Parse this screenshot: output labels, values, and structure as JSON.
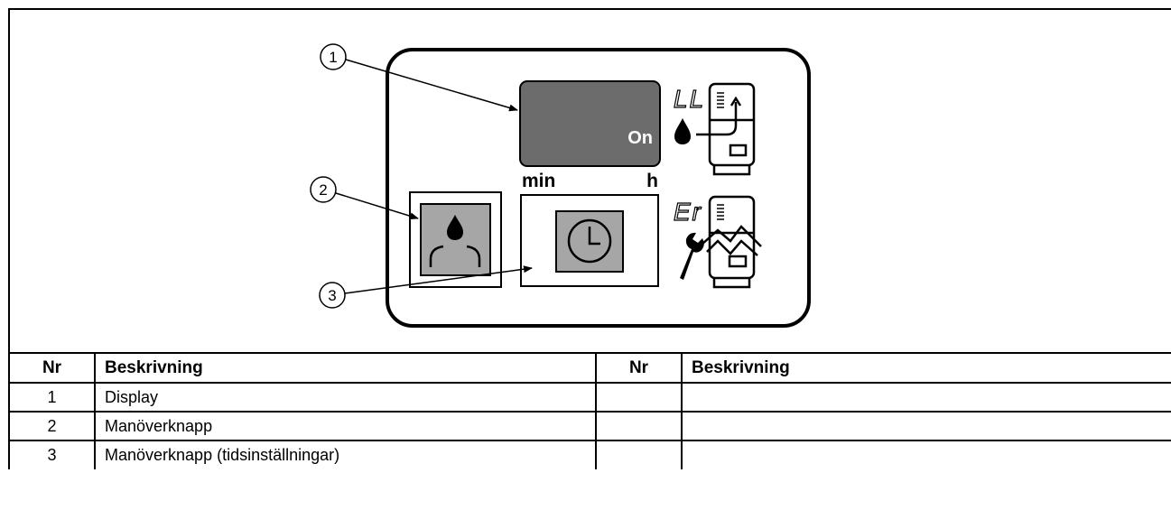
{
  "figure": {
    "callouts": [
      "1",
      "2",
      "3"
    ],
    "display_status": "On",
    "unit_left": "min",
    "unit_right": "h",
    "code_top": "LL",
    "code_bottom": "Er",
    "icons": [
      "water-drop-icon",
      "clock-icon",
      "wrench-icon",
      "tank-fill-icon",
      "tank-error-icon",
      "control-button-icon"
    ]
  },
  "table": {
    "headers": [
      "Nr",
      "Beskrivning",
      "Nr",
      "Beskrivning"
    ],
    "rows": [
      {
        "nr": "1",
        "desc": "Display",
        "nr2": "",
        "desc2": ""
      },
      {
        "nr": "2",
        "desc": "Manöverknapp",
        "nr2": "",
        "desc2": ""
      },
      {
        "nr": "3",
        "desc": "Manöverknapp (tidsinställningar)",
        "nr2": "",
        "desc2": ""
      }
    ]
  }
}
